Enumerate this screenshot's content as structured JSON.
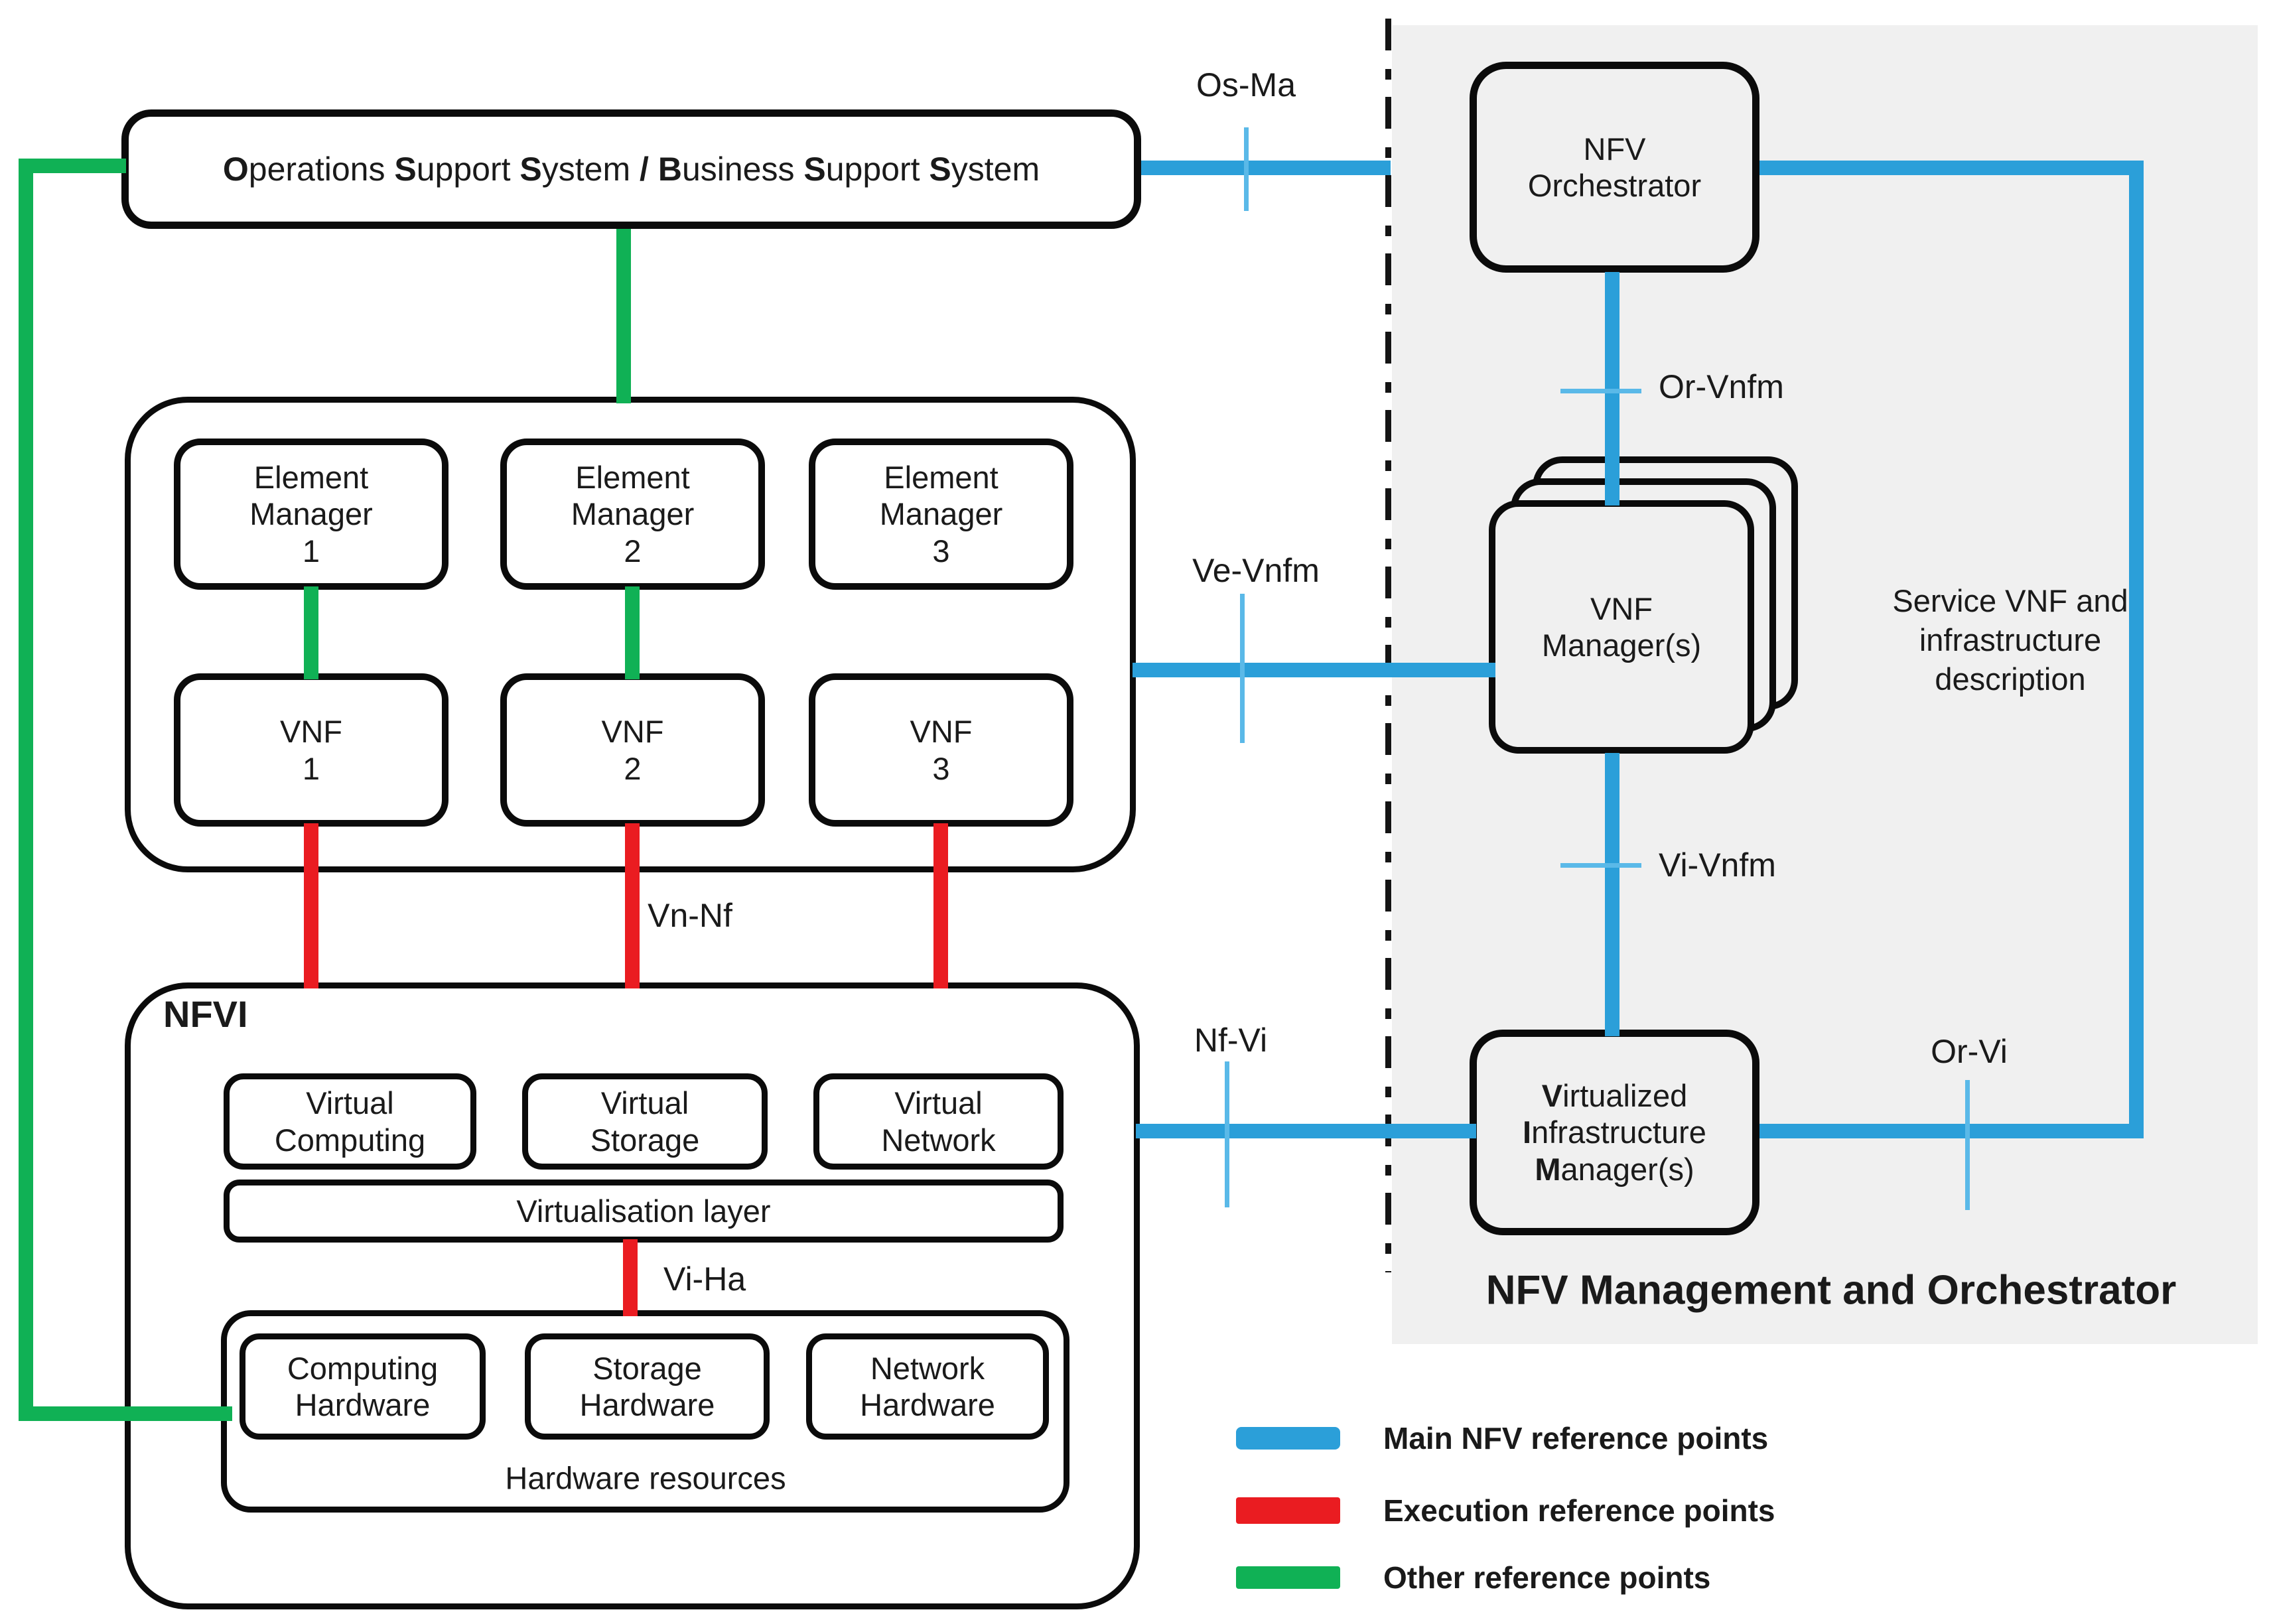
{
  "colors": {
    "main_blue": "#2B9FD9",
    "execution_red": "#EA1C21",
    "other_green": "#10B155",
    "tick_blue": "#5AB9E8",
    "panel_gray": "#F0F0F0",
    "text": "#1A1A1A"
  },
  "nodes": {
    "oss_bss": "Operations Support System / Business Support System",
    "nfv_orchestrator": "NFV\nOrchestrator",
    "element_manager_1": "Element\nManager\n1",
    "element_manager_2": "Element\nManager\n2",
    "element_manager_3": "Element\nManager\n3",
    "vnf_1": "VNF\n1",
    "vnf_2": "VNF\n2",
    "vnf_3": "VNF\n3",
    "vnf_manager": "VNF\nManager(s)",
    "vim": "Virtualized\nInfrastructure\nManager(s)",
    "nfvi_label": "NFVI",
    "virtual_computing": "Virtual\nComputing",
    "virtual_storage": "Virtual\nStorage",
    "virtual_network": "Virtual\nNetwork",
    "virtualisation_layer": "Virtualisation layer",
    "computing_hardware": "Computing\nHardware",
    "storage_hardware": "Storage\nHardware",
    "network_hardware": "Network\nHardware",
    "hardware_resources": "Hardware resources",
    "service_description": "Service VNF and\ninfrastructure\ndescription",
    "mano_panel_title": "NFV Management and Orchestrator"
  },
  "reference_points": {
    "os_ma": "Os-Ma",
    "or_vnfm": "Or-Vnfm",
    "ve_vnfm": "Ve-Vnfm",
    "vi_vnfm": "Vi-Vnfm",
    "vn_nf": "Vn-Nf",
    "nf_vi": "Nf-Vi",
    "or_vi": "Or-Vi",
    "vi_ha": "Vi-Ha"
  },
  "legend": {
    "main": {
      "label": "Main NFV reference points",
      "color": "#2B9FD9"
    },
    "execution": {
      "label": "Execution reference points",
      "color": "#EA1C21"
    },
    "other": {
      "label": "Other reference points",
      "color": "#10B155"
    }
  }
}
